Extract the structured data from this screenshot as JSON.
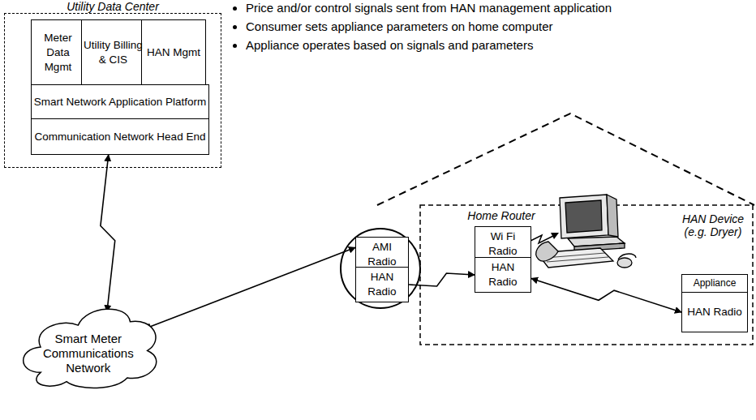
{
  "diagram": {
    "nodes": [
      {
        "text": [
          "Utility Data Center"
        ]
      },
      {
        "text": [
          "Meter Data Mgmt"
        ],
        "in": 0
      },
      {
        "text": [
          "Utility Billing & CIS"
        ],
        "in": 0
      },
      {
        "text": [
          "HAN Mgmt"
        ],
        "in": 0
      },
      {
        "text": [
          "Smart Network Application Platform"
        ],
        "in": 0
      },
      {
        "text": [
          "Communication Network Head End"
        ],
        "in": 0
      },
      {
        "text": [
          "Smart Meter Communications Network"
        ]
      },
      {
        "text": [
          "AMI Radio"
        ]
      },
      {
        "text": [
          "HAN Radio"
        ]
      },
      {
        "text": [
          "Home Router"
        ]
      },
      {
        "text": [
          "Wi Fi Radio"
        ],
        "in": 9
      },
      {
        "text": [
          "HAN Radio"
        ],
        "in": 9
      },
      {
        "text": [
          "HAN Device (e.g. Dryer)"
        ]
      },
      {
        "text": [
          "Appliance"
        ],
        "in": 12
      },
      {
        "text": [
          "HAN Radio"
        ],
        "in": 12
      }
    ],
    "edges": [
      {
        "from": 5,
        "to": 6,
        "arrow": "both"
      },
      {
        "from": 6,
        "to": 7,
        "arrow": "both"
      },
      {
        "from": 8,
        "to": 11,
        "arrow": "to"
      },
      {
        "from": 11,
        "to": 14,
        "arrow": "both"
      }
    ],
    "labels": [
      "Price and/or control signals sent from HAN management application",
      "Consumer sets appliance parameters on home computer",
      "Appliance operates based on signals and parameters"
    ]
  }
}
